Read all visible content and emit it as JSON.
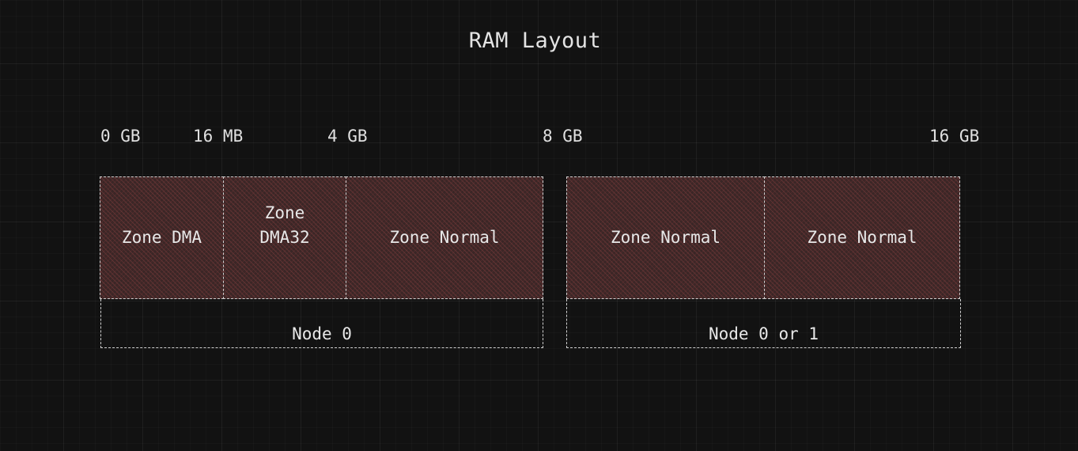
{
  "title": "RAM Layout",
  "ticks": [
    "0 GB",
    "16 MB",
    "4 GB",
    "8 GB",
    "16 GB"
  ],
  "zones": [
    {
      "label": "Zone DMA"
    },
    {
      "label": "Zone\nDMA32"
    },
    {
      "label": "Zone Normal"
    },
    {
      "label": "Zone Normal"
    },
    {
      "label": "Zone Normal"
    }
  ],
  "nodes": [
    {
      "label": "Node 0"
    },
    {
      "label": "Node 0 or 1"
    }
  ],
  "colors": {
    "background": "#121212",
    "zone_fill": "#3a2626",
    "border": "#cfcfcf",
    "text": "#e8e8e8"
  }
}
